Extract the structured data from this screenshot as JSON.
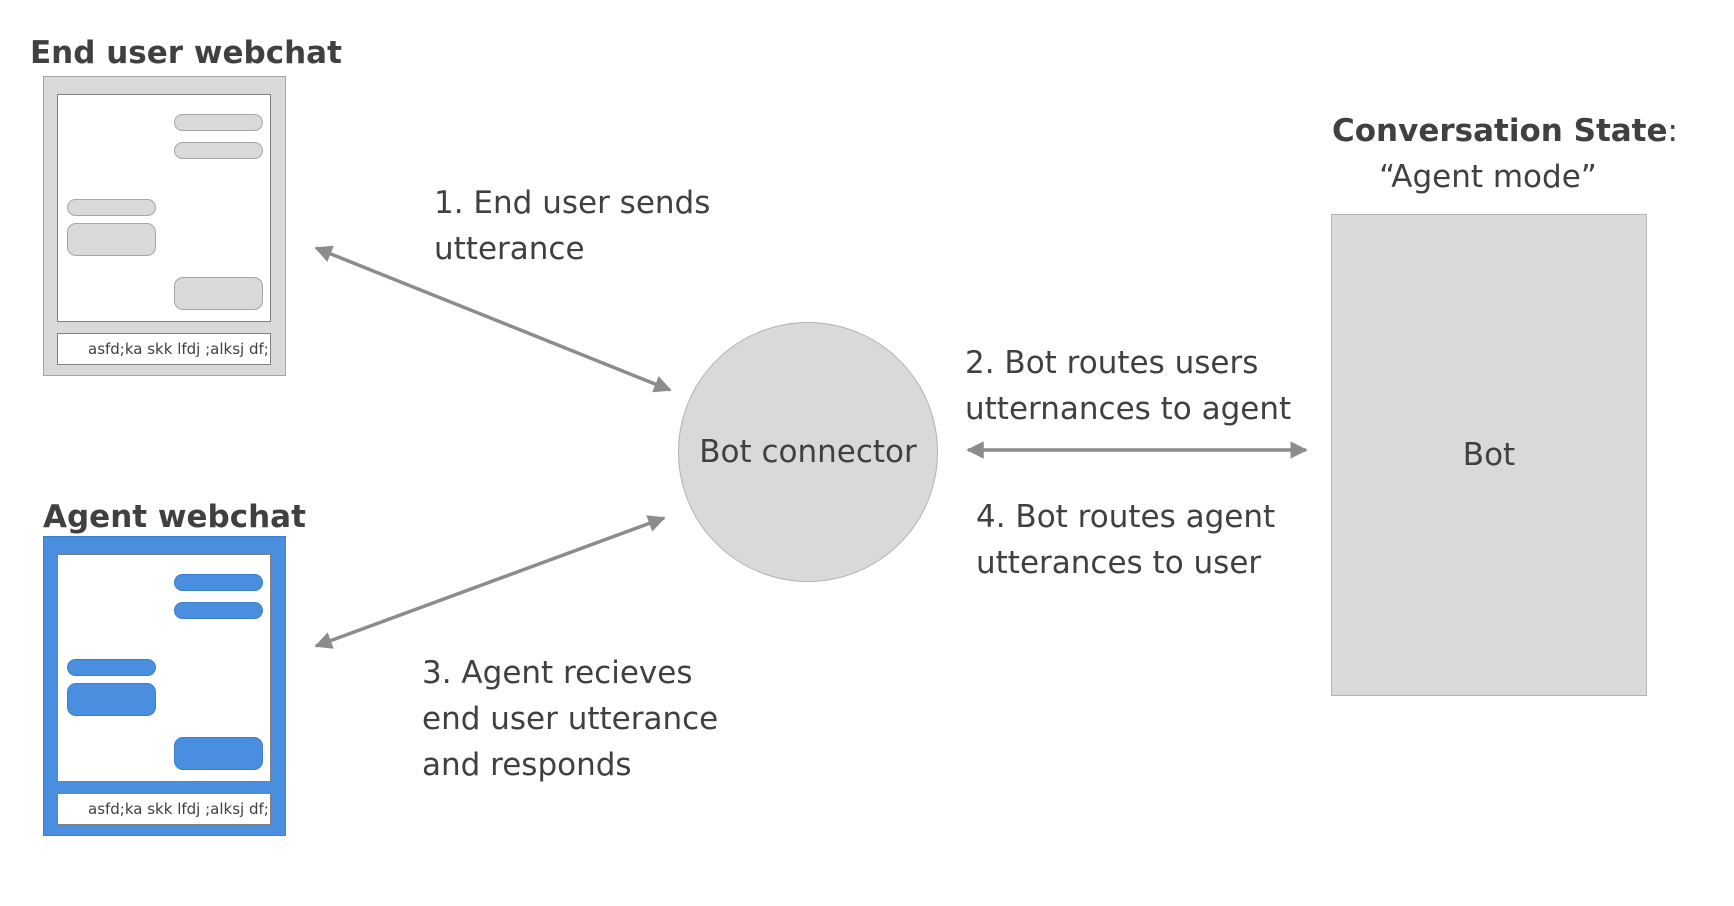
{
  "end_user": {
    "heading": "End user webchat",
    "input_text": "asfd;ka skk lfdj ;alksj df;"
  },
  "agent": {
    "heading": "Agent webchat",
    "input_text": "asfd;ka skk lfdj ;alksj df;"
  },
  "bot_connector": {
    "label": "Bot connector"
  },
  "bot": {
    "label": "Bot",
    "state_title": "Conversation State",
    "state_colon": ":",
    "state_value": "“Agent mode”"
  },
  "steps": {
    "step1_line1": "1. End user sends",
    "step1_line2": "utterance",
    "step2_line1": "2. Bot routes users",
    "step2_line2": "utternances to  agent",
    "step3_line1": "3. Agent recieves",
    "step3_line2": "end user utterance",
    "step3_line3": "and responds",
    "step4_line1": "4. Bot routes agent",
    "step4_line2": "utterances to user"
  },
  "colors": {
    "user_frame": "#d9d9d9",
    "agent_frame": "#4a8ee0",
    "arrow": "#8c8c8c",
    "text": "#404040"
  }
}
